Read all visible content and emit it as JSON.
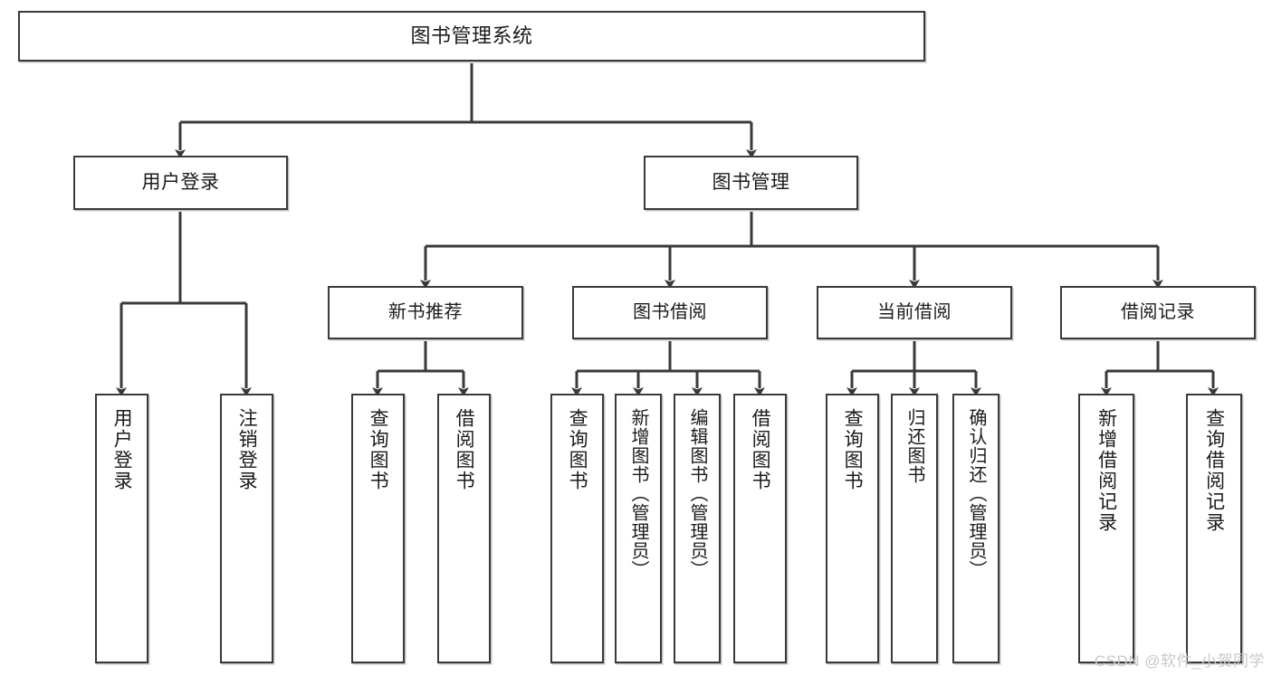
{
  "diagram": {
    "title": "图书管理系统",
    "type": "tree-hierarchy",
    "stroke_color": "#3a3a3a",
    "fill_color": "#ffffff",
    "text_color": "#1b1b1b"
  },
  "root": {
    "label": "图书管理系统"
  },
  "level2": [
    {
      "label": "用户登录"
    },
    {
      "label": "图书管理"
    }
  ],
  "level3": [
    {
      "label": "新书推荐"
    },
    {
      "label": "图书借阅"
    },
    {
      "label": "当前借阅"
    },
    {
      "label": "借阅记录"
    }
  ],
  "leaves": {
    "user_login": [
      {
        "label": "用户登录"
      },
      {
        "label": "注销登录"
      }
    ],
    "new_book": [
      {
        "label": "查询图书"
      },
      {
        "label": "借阅图书"
      }
    ],
    "book_borrow": [
      {
        "label": "查询图书"
      },
      {
        "label": "新增图书（管理员）"
      },
      {
        "label": "编辑图书（管理员）"
      },
      {
        "label": "借阅图书"
      }
    ],
    "current_borrow": [
      {
        "label": "查询图书"
      },
      {
        "label": "归还图书"
      },
      {
        "label": "确认归还（管理员）"
      }
    ],
    "borrow_record": [
      {
        "label": "新增借阅记录"
      },
      {
        "label": "查询借阅记录"
      }
    ]
  },
  "watermark": {
    "text": "CSDN @软件_小贺同学",
    "color": "#c9c9c9"
  }
}
